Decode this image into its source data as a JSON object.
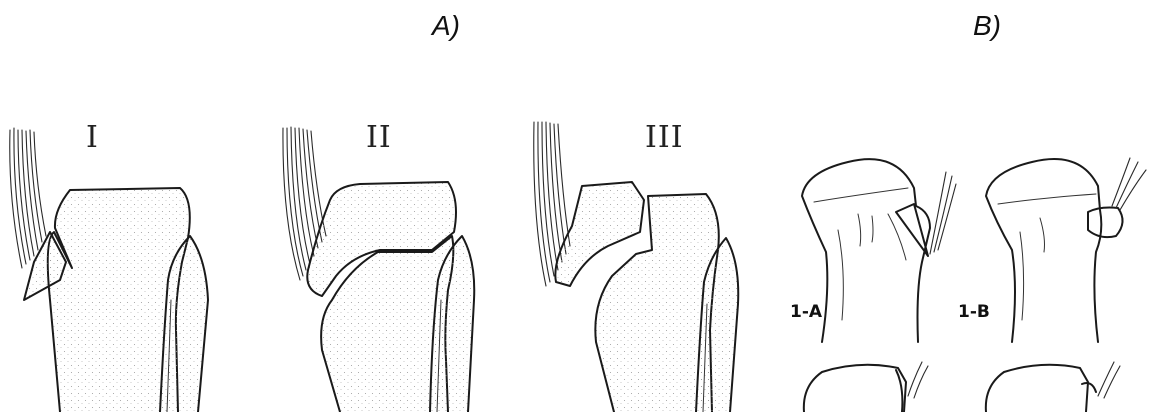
{
  "panels": {
    "a": {
      "label": "A)",
      "types": [
        "I",
        "II",
        "III"
      ]
    },
    "b": {
      "label": "B)",
      "subtypes": [
        "1-A",
        "1-B"
      ]
    }
  },
  "colors": {
    "ink": "#1a1a1a",
    "background": "#ffffff",
    "stipple": "#9a9a9a"
  }
}
